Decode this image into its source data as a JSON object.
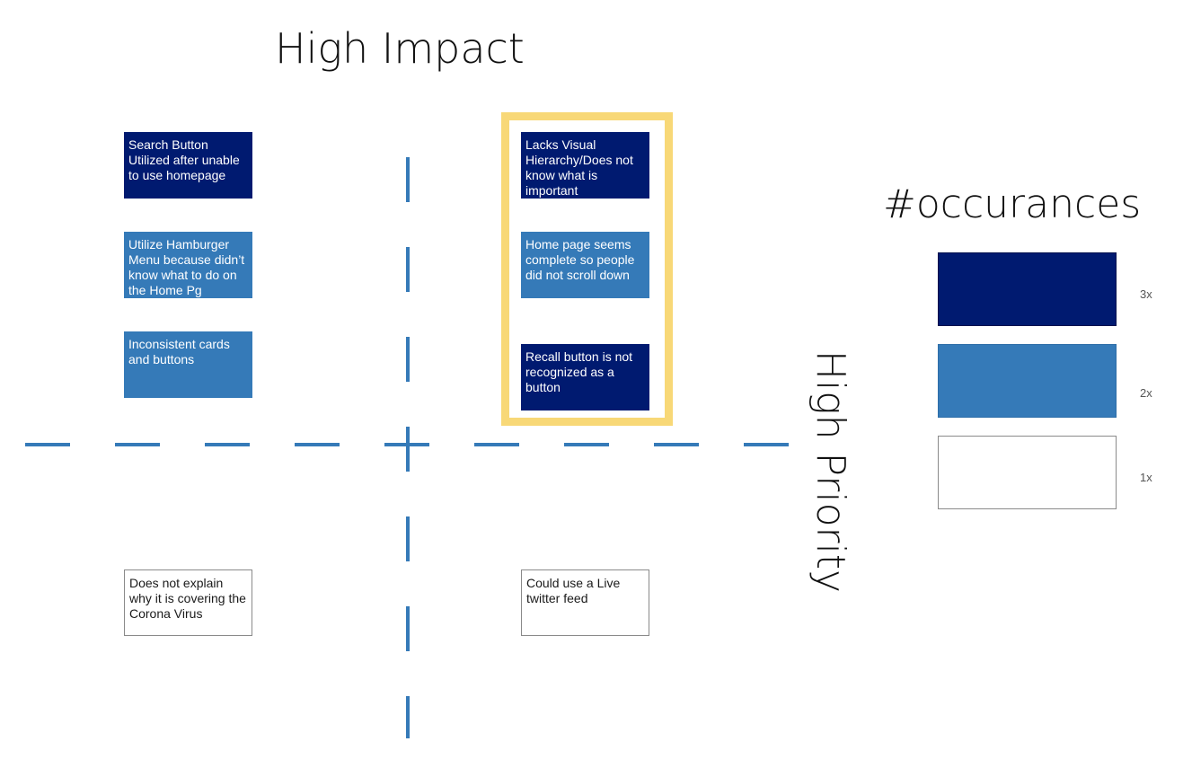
{
  "title_top": "High Impact",
  "title_side": "High Priority",
  "legend": {
    "title": "#occurances",
    "items": [
      {
        "label": "3x",
        "level": 3
      },
      {
        "label": "2x",
        "level": 2
      },
      {
        "label": "1x",
        "level": 1
      }
    ]
  },
  "cards": [
    {
      "text": "Search Button Utilized after unable to use homepage",
      "level": 3
    },
    {
      "text": "Utilize Hamburger Menu because didn’t know what to do on the Home Pg",
      "level": 2
    },
    {
      "text": "Inconsistent cards and buttons",
      "level": 2
    },
    {
      "text": "Lacks Visual Hierarchy/Does not know what is important",
      "level": 3
    },
    {
      "text": "Home page seems complete so people did not scroll down",
      "level": 2
    },
    {
      "text": "Recall button is not recognized as a button",
      "level": 3
    },
    {
      "text": "Does not explain why it is covering the Corona Virus",
      "level": 1
    },
    {
      "text": "Could use a Live twitter feed",
      "level": 1
    }
  ],
  "colors": {
    "level_3": "#001a70",
    "level_2": "#357ab8",
    "level_1": "#ffffff",
    "axis": "#357ab8",
    "highlight": "#f8d877"
  }
}
